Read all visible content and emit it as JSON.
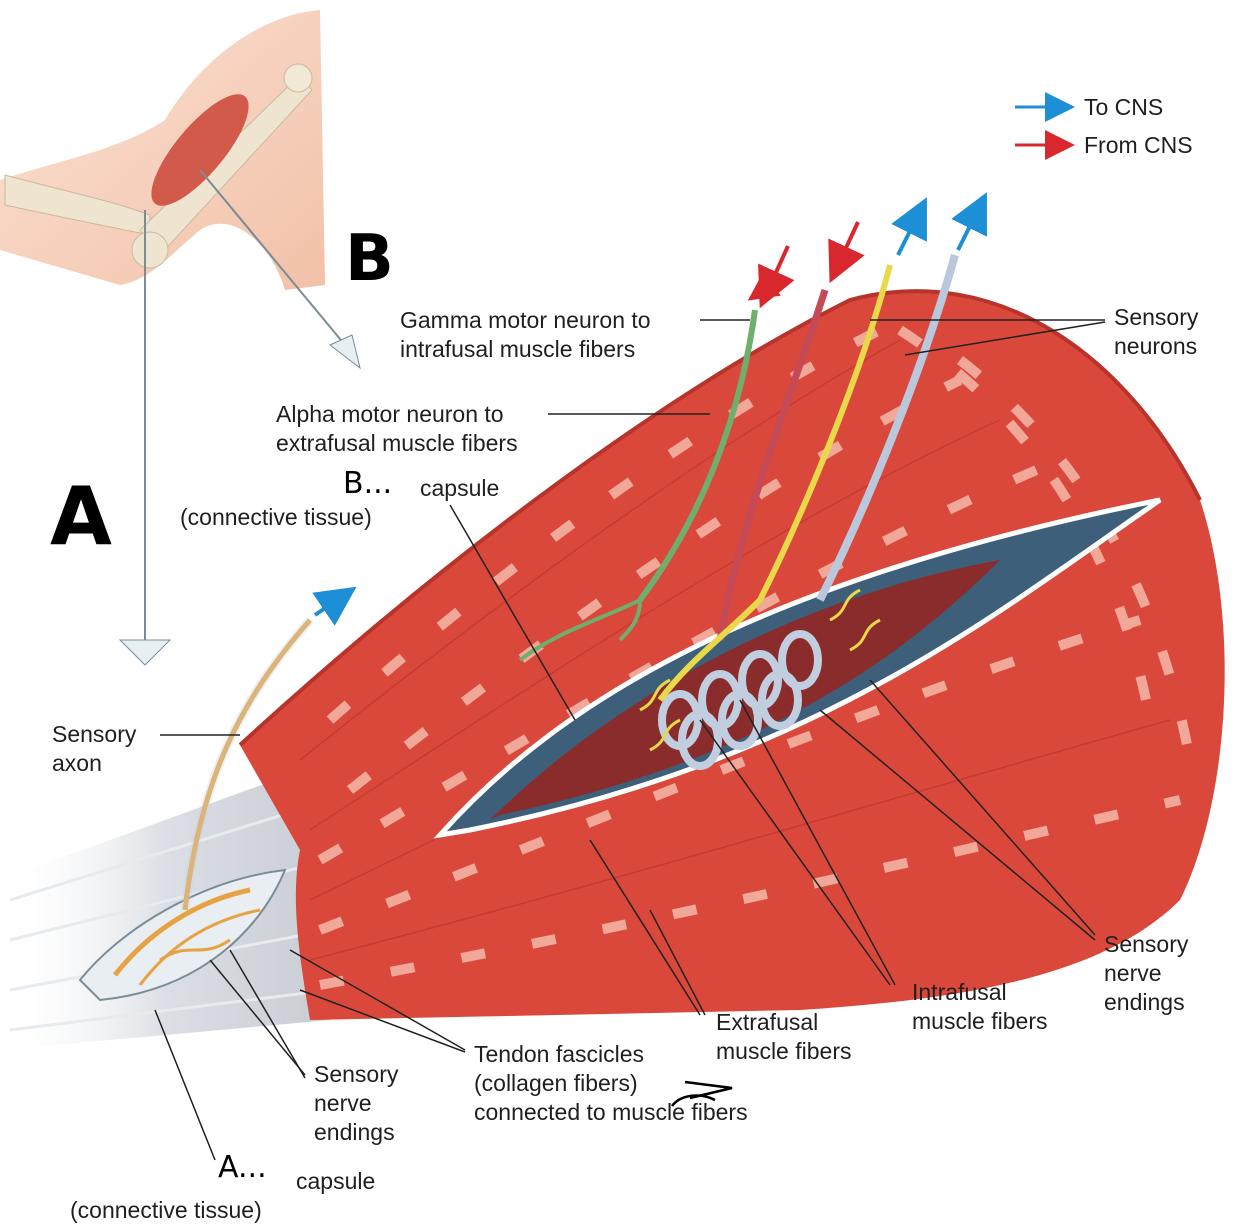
{
  "legend": {
    "to_cns": "To CNS",
    "from_cns": "From CNS",
    "to_color": "#1d8fd6",
    "from_color": "#d9272e"
  },
  "labels": {
    "gamma": "Gamma motor neuron to\nintrafusal muscle fibers",
    "sensory_neurons": "Sensory\nneurons",
    "alpha": "Alpha motor neuron to\nextrafusal muscle fibers",
    "capsule_b": "capsule",
    "capsule_b_sub": "(connective tissue)",
    "sensory_axon": "Sensory\naxon",
    "sensory_endings_right": "Sensory\nnerve\nendings",
    "intrafusal": "Intrafusal\nmuscle fibers",
    "extrafusal": "Extrafusal\nmuscle fibers",
    "tendon": "Tendon fascicles\n(collagen fibers)\nconnected to muscle fibers",
    "sensory_endings_left": "Sensory\nnerve\nendings",
    "capsule_a": "capsule",
    "capsule_a_sub": "(connective tissue)"
  },
  "annotations": {
    "big_a": "A",
    "big_b": "B",
    "small_b": "B...",
    "small_a": "A..."
  },
  "colors": {
    "muscle": "#d9483b",
    "muscle_dark": "#b8332a",
    "stripe": "#f4b3a4",
    "gamma": "#6fae6b",
    "alpha": "#c54a55",
    "sensory_yellow": "#e8d84a",
    "sensory_blue": "#b9c8dc",
    "tendon": "#c8ccd4",
    "organ_nerve": "#e7a243",
    "capsule_fill": "#3d5f7a"
  }
}
